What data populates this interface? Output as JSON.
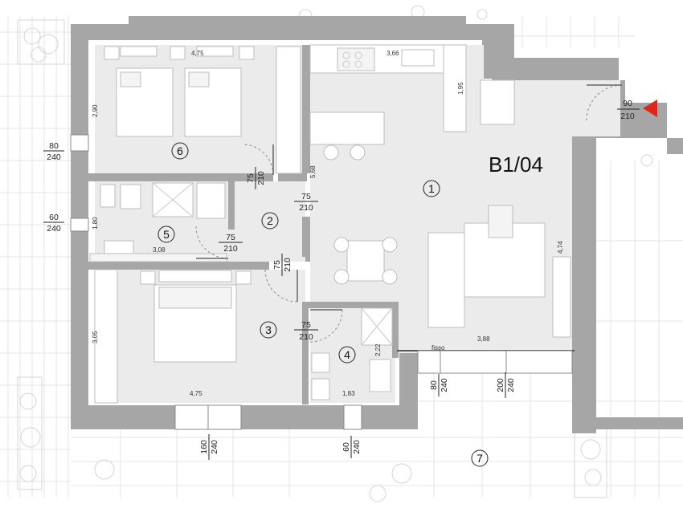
{
  "unit_code": "B1/04",
  "accent_color": "#e1251b",
  "rooms": [
    {
      "id": "room-1",
      "number": "1"
    },
    {
      "id": "room-2",
      "number": "2"
    },
    {
      "id": "room-3",
      "number": "3"
    },
    {
      "id": "room-4",
      "number": "4"
    },
    {
      "id": "room-5",
      "number": "5"
    },
    {
      "id": "room-6",
      "number": "6"
    },
    {
      "id": "room-7",
      "number": "7"
    }
  ],
  "dimensions": {
    "room6_width": "4,75",
    "room6_depth": "2,90",
    "kitchen_width": "3,66",
    "kitchen_depth": "1,95",
    "corridor_length": "5,68",
    "bath5_depth": "1,80",
    "bath5_width": "3,08",
    "room3_depth": "3,05",
    "room3_width": "4,75",
    "bath4_depth": "2,22",
    "bath4_width": "1,83",
    "living_width": "3,88",
    "living_depth": "4,74",
    "fixed_label": "fisso"
  },
  "openings": {
    "entry": {
      "w": "90",
      "h": "210"
    },
    "window_room6": {
      "w": "80",
      "h": "240"
    },
    "window_bath5": {
      "w": "60",
      "h": "240"
    },
    "door_room6": {
      "w": "75",
      "h": "210"
    },
    "door_corridor": {
      "w": "75",
      "h": "210"
    },
    "door_bath5": {
      "w": "75",
      "h": "210"
    },
    "door_room3": {
      "w": "75",
      "h": "210"
    },
    "door_bath4": {
      "w": "75",
      "h": "210"
    },
    "window_room3": {
      "w": "160",
      "h": "240"
    },
    "window_bath4": {
      "w": "60",
      "h": "240"
    },
    "window_living1": {
      "w": "80",
      "h": "240"
    },
    "window_living2": {
      "w": "200",
      "h": "240"
    }
  }
}
